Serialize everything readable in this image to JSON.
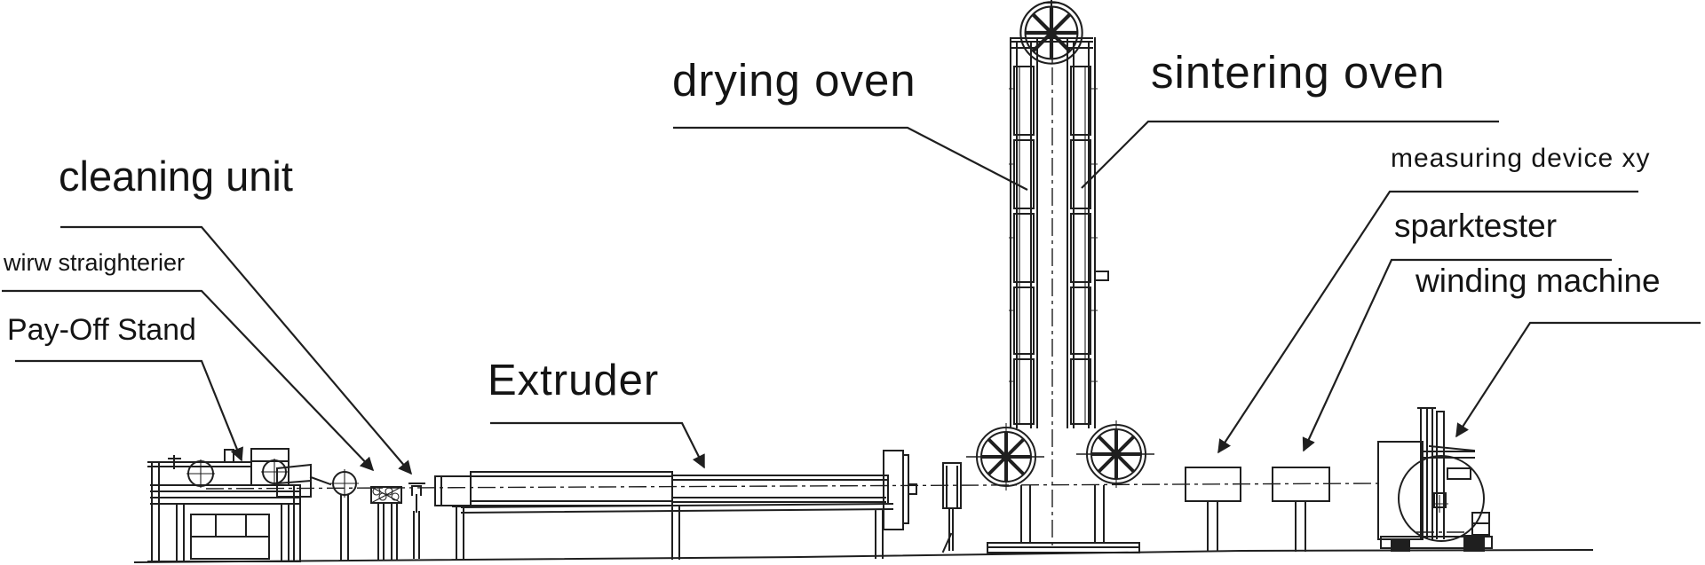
{
  "diagram": {
    "background_color": "#ffffff",
    "line_color": "#1f1f1f",
    "labels": {
      "cleaning_unit": "cleaning unit",
      "wire_straightener": "wirw straighterier",
      "pay_off_stand": "Pay-Off Stand",
      "extruder": "Extruder",
      "drying_oven": "drying oven",
      "sintering_oven": "sintering oven",
      "measuring_device": "measuring device xy",
      "sparktester": "sparktester",
      "winding_machine": "winding machine"
    }
  }
}
